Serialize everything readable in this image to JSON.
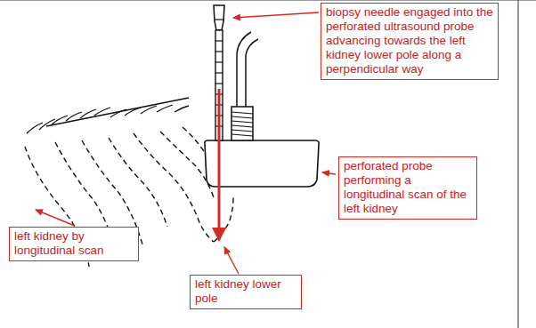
{
  "diagram": {
    "nodes": [
      {
        "text": [
          "biopsy needle engaged into the perforated ultrasound probe advancing towards the left kidney lower pole along a perpendicular way"
        ]
      },
      {
        "text": [
          "perforated probe performing a longitudinal scan of the left kidney"
        ]
      },
      {
        "text": [
          "left kidney by longitudinal scan"
        ]
      },
      {
        "text": [
          "left kidney lower pole"
        ]
      }
    ]
  }
}
